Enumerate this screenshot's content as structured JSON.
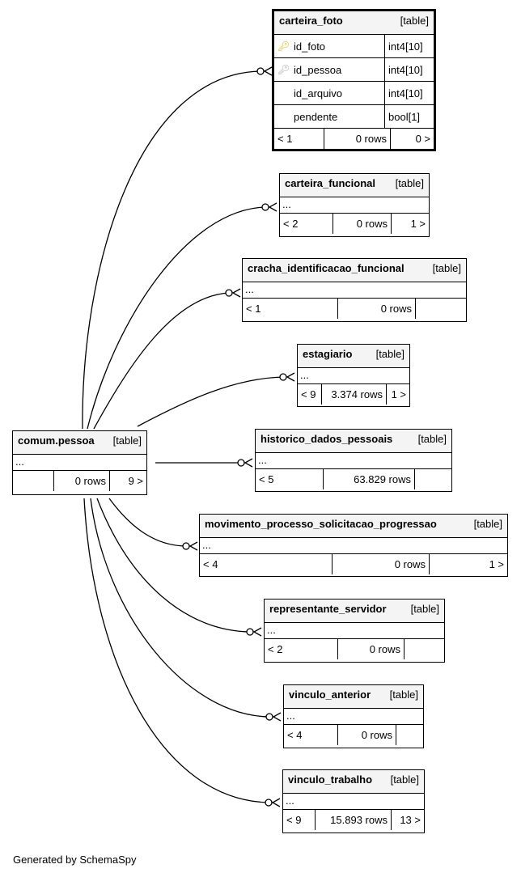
{
  "focus_table": {
    "name": "carteira_foto",
    "type": "[table]",
    "columns": [
      {
        "name": "id_foto",
        "datatype": "int4[10]",
        "key": "primary"
      },
      {
        "name": "id_pessoa",
        "datatype": "int4[10]",
        "key": "foreign"
      },
      {
        "name": "id_arquivo",
        "datatype": "int4[10]",
        "key": ""
      },
      {
        "name": "pendente",
        "datatype": "bool[1]",
        "key": ""
      }
    ],
    "footer": {
      "parents": "< 1",
      "rows": "0 rows",
      "children": "0 >"
    }
  },
  "parent_table": {
    "name": "comum.pessoa",
    "type": "[table]",
    "ellipsis": "...",
    "footer": {
      "parents": "",
      "rows": "0 rows",
      "children": "9 >"
    }
  },
  "child_tables": [
    {
      "name": "carteira_funcional",
      "type": "[table]",
      "ellipsis": "...",
      "footer": {
        "parents": "< 2",
        "rows": "0 rows",
        "children": "1 >"
      }
    },
    {
      "name": "cracha_identificacao_funcional",
      "type": "[table]",
      "ellipsis": "...",
      "footer": {
        "parents": "< 1",
        "rows": "0 rows",
        "children": ""
      }
    },
    {
      "name": "estagiario",
      "type": "[table]",
      "ellipsis": "...",
      "footer": {
        "parents": "< 9",
        "rows": "3.374 rows",
        "children": "1 >"
      }
    },
    {
      "name": "historico_dados_pessoais",
      "type": "[table]",
      "ellipsis": "...",
      "footer": {
        "parents": "< 5",
        "rows": "63.829 rows",
        "children": ""
      }
    },
    {
      "name": "movimento_processo_solicitacao_progressao",
      "type": "[table]",
      "ellipsis": "...",
      "footer": {
        "parents": "< 4",
        "rows": "0 rows",
        "children": "1 >"
      }
    },
    {
      "name": "representante_servidor",
      "type": "[table]",
      "ellipsis": "...",
      "footer": {
        "parents": "< 2",
        "rows": "0 rows",
        "children": ""
      }
    },
    {
      "name": "vinculo_anterior",
      "type": "[table]",
      "ellipsis": "...",
      "footer": {
        "parents": "< 4",
        "rows": "0 rows",
        "children": ""
      }
    },
    {
      "name": "vinculo_trabalho",
      "type": "[table]",
      "ellipsis": "...",
      "footer": {
        "parents": "< 9",
        "rows": "15.893 rows",
        "children": "13 >"
      }
    }
  ],
  "generated_by": "Generated by SchemaSpy",
  "icons": {
    "primary_key": "key-icon-gold",
    "foreign_key": "key-icon-grey"
  }
}
